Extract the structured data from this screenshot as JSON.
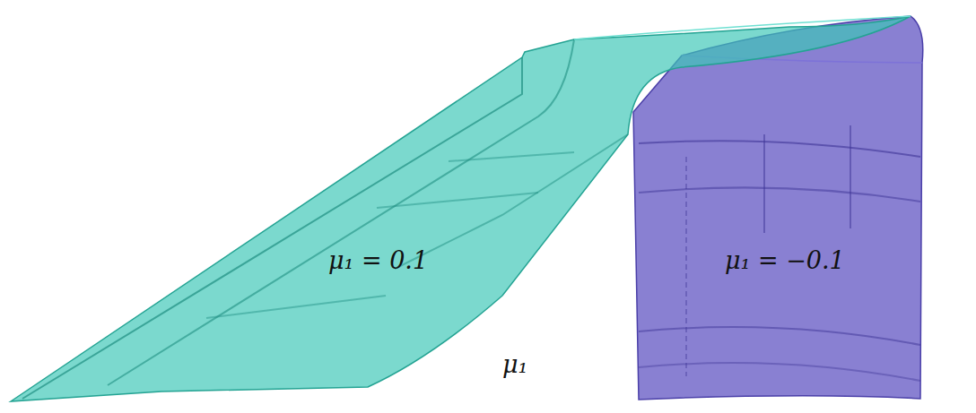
{
  "diagram": {
    "labels": [
      "μ₁ = 0.1",
      "μ₁ = −0.1",
      "μ₁"
    ]
  }
}
